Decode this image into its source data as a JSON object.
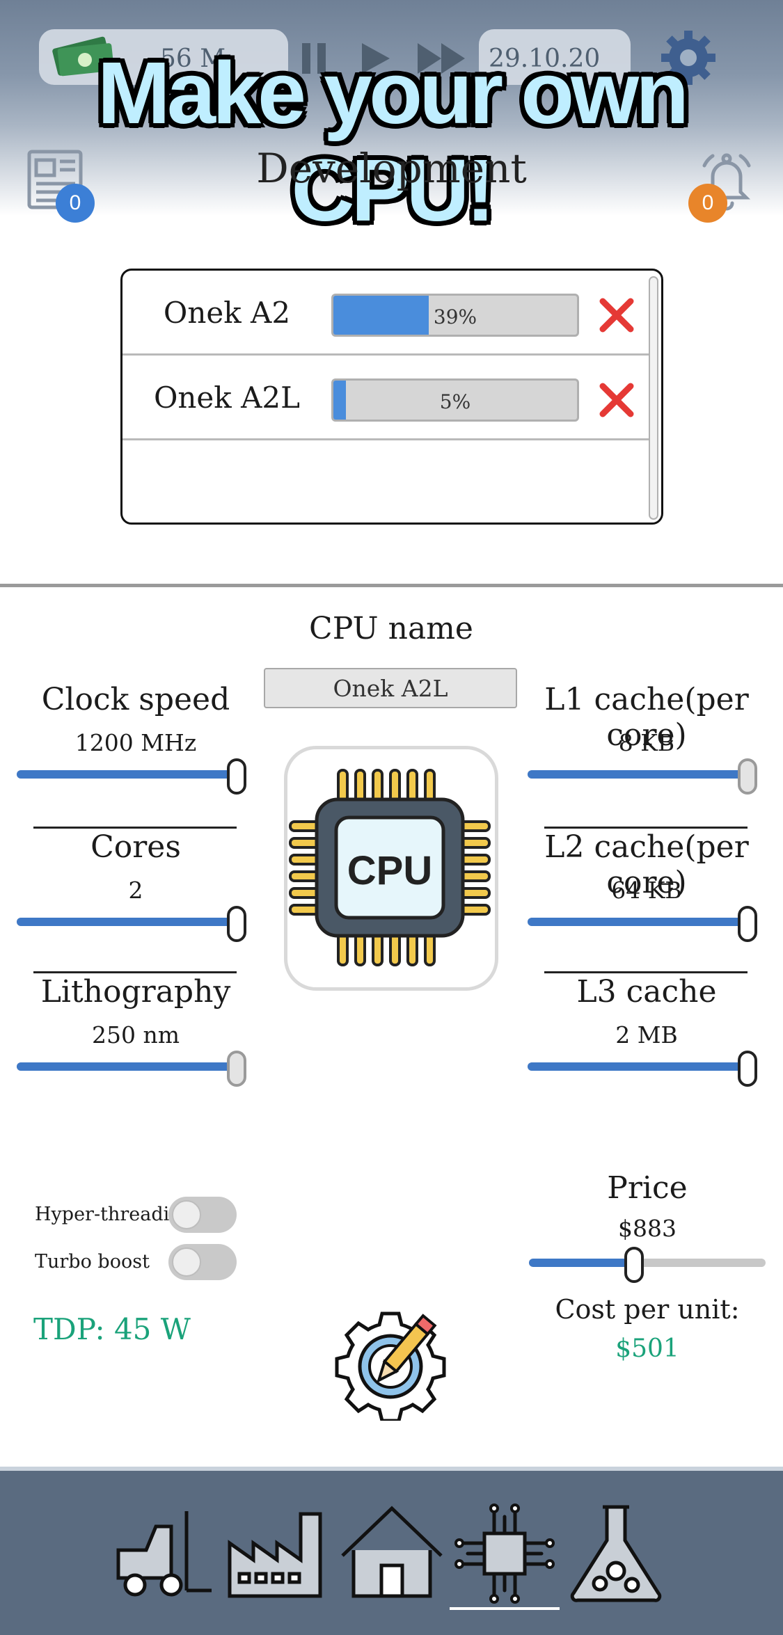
{
  "topbar": {
    "money": "56 M",
    "date": "29.10.20",
    "banner": "Make your own CPU!"
  },
  "screen": {
    "title": "Development",
    "news_count": "0",
    "notifications_count": "0"
  },
  "development_queue": [
    {
      "name": "Onek A2",
      "progress_text": "39%",
      "progress": 0.39
    },
    {
      "name": "Onek A2L",
      "progress_text": "5%",
      "progress": 0.05
    }
  ],
  "design": {
    "cpu_name_label": "CPU name",
    "cpu_name_value": "Onek A2L",
    "clock_speed": {
      "label": "Clock speed",
      "value": "1200 MHz",
      "level": 1.0
    },
    "cores": {
      "label": "Cores",
      "value": "2",
      "level": 1.0
    },
    "lithography": {
      "label": "Lithography",
      "value": "250 nm",
      "level": 1.0
    },
    "l1_cache": {
      "label": "L1 cache(per core)",
      "value": "8 KB",
      "level": 1.0
    },
    "l2_cache": {
      "label": "L2 cache(per core)",
      "value": "64 KB",
      "level": 1.0
    },
    "l3_cache": {
      "label": "L3 cache",
      "value": "2 MB",
      "level": 1.0
    },
    "chip_text": "CPU",
    "hyper_threading": {
      "label": "Hyper-threading",
      "on": false
    },
    "turbo_boost": {
      "label": "Turbo boost",
      "on": false
    },
    "tdp": "TDP: 45 W",
    "price": {
      "label": "Price",
      "value": "$883",
      "level": 0.44
    },
    "cost_label": "Cost per unit:",
    "cost_value": "$501"
  },
  "colors": {
    "accent_blue": "#3e78c6",
    "progress_blue": "#4a8ddc",
    "cost_green": "#1aa27a",
    "cancel_red": "#e53935",
    "banner_text": "#bfeeff",
    "nav_bg": "#5a6b80"
  },
  "icons": {
    "news": "newspaper-icon",
    "notifications": "bell-icon",
    "settings": "gear-icon",
    "cancel": "close-icon",
    "design": "gear-pencil-icon",
    "nav": [
      "forklift-icon",
      "factory-icon",
      "house-icon",
      "circuit-icon",
      "flask-icon"
    ]
  },
  "bottom_nav": {
    "active_index": 3
  }
}
